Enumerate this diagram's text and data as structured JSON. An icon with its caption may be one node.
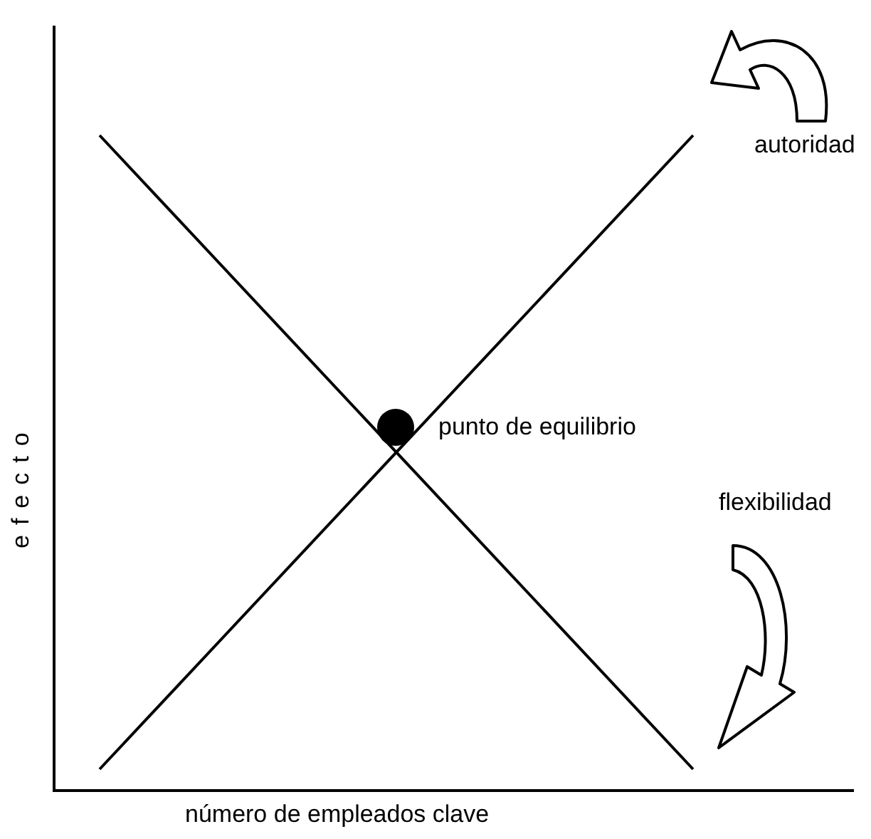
{
  "diagram": {
    "labels": [
      "autoridad",
      "punto de equilibrio",
      "flexibilidad",
      "efecto",
      "número de empleados clave"
    ]
  }
}
